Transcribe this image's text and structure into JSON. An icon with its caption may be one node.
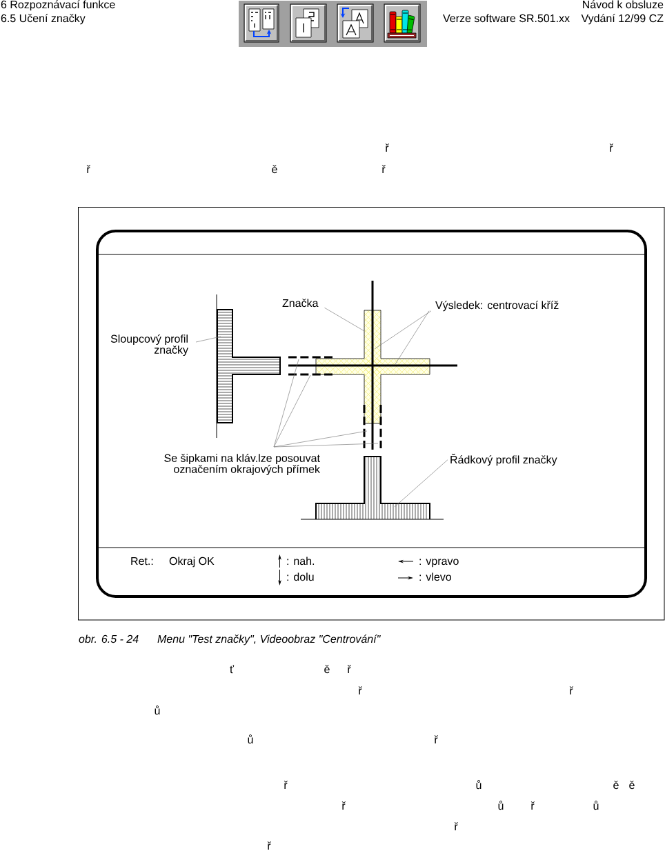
{
  "diagram": {
    "caption": "Menu \"Test značky\", Videoobraz \"Centrování\"",
    "nodes": [
      {
        "text": [
          "Značka"
        ]
      },
      {
        "text": [],
        "shape": "picture"
      },
      {
        "text": [
          "Výsledek: centrovací kříž"
        ]
      },
      {
        "text": [
          "Sloupcový profil značky"
        ]
      },
      {
        "text": [],
        "shape": "picture"
      },
      {
        "text": [
          "Se šipkami na kláv.lze posouvat označením okrajových přímek"
        ]
      },
      {
        "text": [
          "Řádkový profil značky"
        ]
      },
      {
        "text": [],
        "shape": "picture"
      }
    ],
    "edges": [
      {
        "from": 0,
        "to": 1,
        "arrow": "none"
      },
      {
        "from": 2,
        "to": 1,
        "arrow": "none"
      },
      {
        "from": 2,
        "to": 1,
        "arrow": "none"
      },
      {
        "from": 3,
        "to": 4,
        "arrow": "none"
      },
      {
        "from": 5,
        "to": 1,
        "arrow": "none"
      },
      {
        "from": 5,
        "to": 1,
        "arrow": "none"
      },
      {
        "from": 5,
        "to": 1,
        "arrow": "none"
      },
      {
        "from": 5,
        "to": 1,
        "arrow": "none"
      },
      {
        "from": 6,
        "to": 7,
        "arrow": "none"
      }
    ],
    "labels": [
      "6 Rozpoznávací funkce",
      "Návod k obsluze",
      "6.5 Učení značky",
      "Verze software SR.501.xx",
      "Vydání 12/99 CZ",
      "ř",
      "ř",
      "ř",
      "ě",
      "ř",
      "Ret.:",
      "Okraj OK",
      ": nah.",
      ": vpravo",
      ": dolu",
      ": vlevo",
      "obr. 6.5 - 24",
      "ť",
      "ě",
      "ř",
      "ř",
      "ř",
      "ů",
      "ů",
      "ř",
      "ř",
      "ů",
      "ě",
      "ě",
      "ř",
      "ů",
      "ř",
      "ů",
      "ř",
      "ř"
    ]
  }
}
